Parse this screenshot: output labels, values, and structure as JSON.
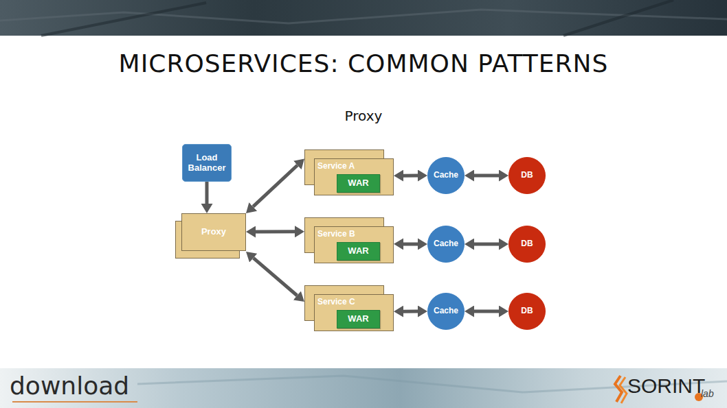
{
  "diagram": {
    "title": "MICROSERVICES: COMMON PATTERNS",
    "nodes": [
      {
        "text": [
          "Load Balancer"
        ]
      },
      {
        "text": [
          "Proxy"
        ]
      },
      {
        "text": [
          "Service A"
        ]
      },
      {
        "text": [
          "WAR"
        ],
        "in": 2
      },
      {
        "text": [
          "Cache"
        ]
      },
      {
        "text": [
          "DB"
        ]
      },
      {
        "text": [
          "Service B"
        ]
      },
      {
        "text": [
          "WAR"
        ],
        "in": 6
      },
      {
        "text": [
          "Cache"
        ]
      },
      {
        "text": [
          "DB"
        ]
      },
      {
        "text": [
          "Service C"
        ]
      },
      {
        "text": [
          "WAR"
        ],
        "in": 10
      },
      {
        "text": [
          "Cache"
        ]
      },
      {
        "text": [
          "DB"
        ]
      }
    ],
    "edges": [
      {
        "from": 0,
        "to": 1,
        "arrow": "to"
      },
      {
        "from": 1,
        "to": 2,
        "arrow": "both"
      },
      {
        "from": 2,
        "to": 4,
        "arrow": "both"
      },
      {
        "from": 4,
        "to": 5,
        "arrow": "both"
      },
      {
        "from": 1,
        "to": 6,
        "arrow": "both"
      },
      {
        "from": 6,
        "to": 8,
        "arrow": "both"
      },
      {
        "from": 8,
        "to": 9,
        "arrow": "both"
      },
      {
        "from": 1,
        "to": 10,
        "arrow": "both"
      },
      {
        "from": 10,
        "to": 12,
        "arrow": "both"
      },
      {
        "from": 12,
        "to": 13,
        "arrow": "both"
      }
    ],
    "labels": [
      "Proxy",
      "download",
      "SORINT",
      "lab"
    ]
  }
}
